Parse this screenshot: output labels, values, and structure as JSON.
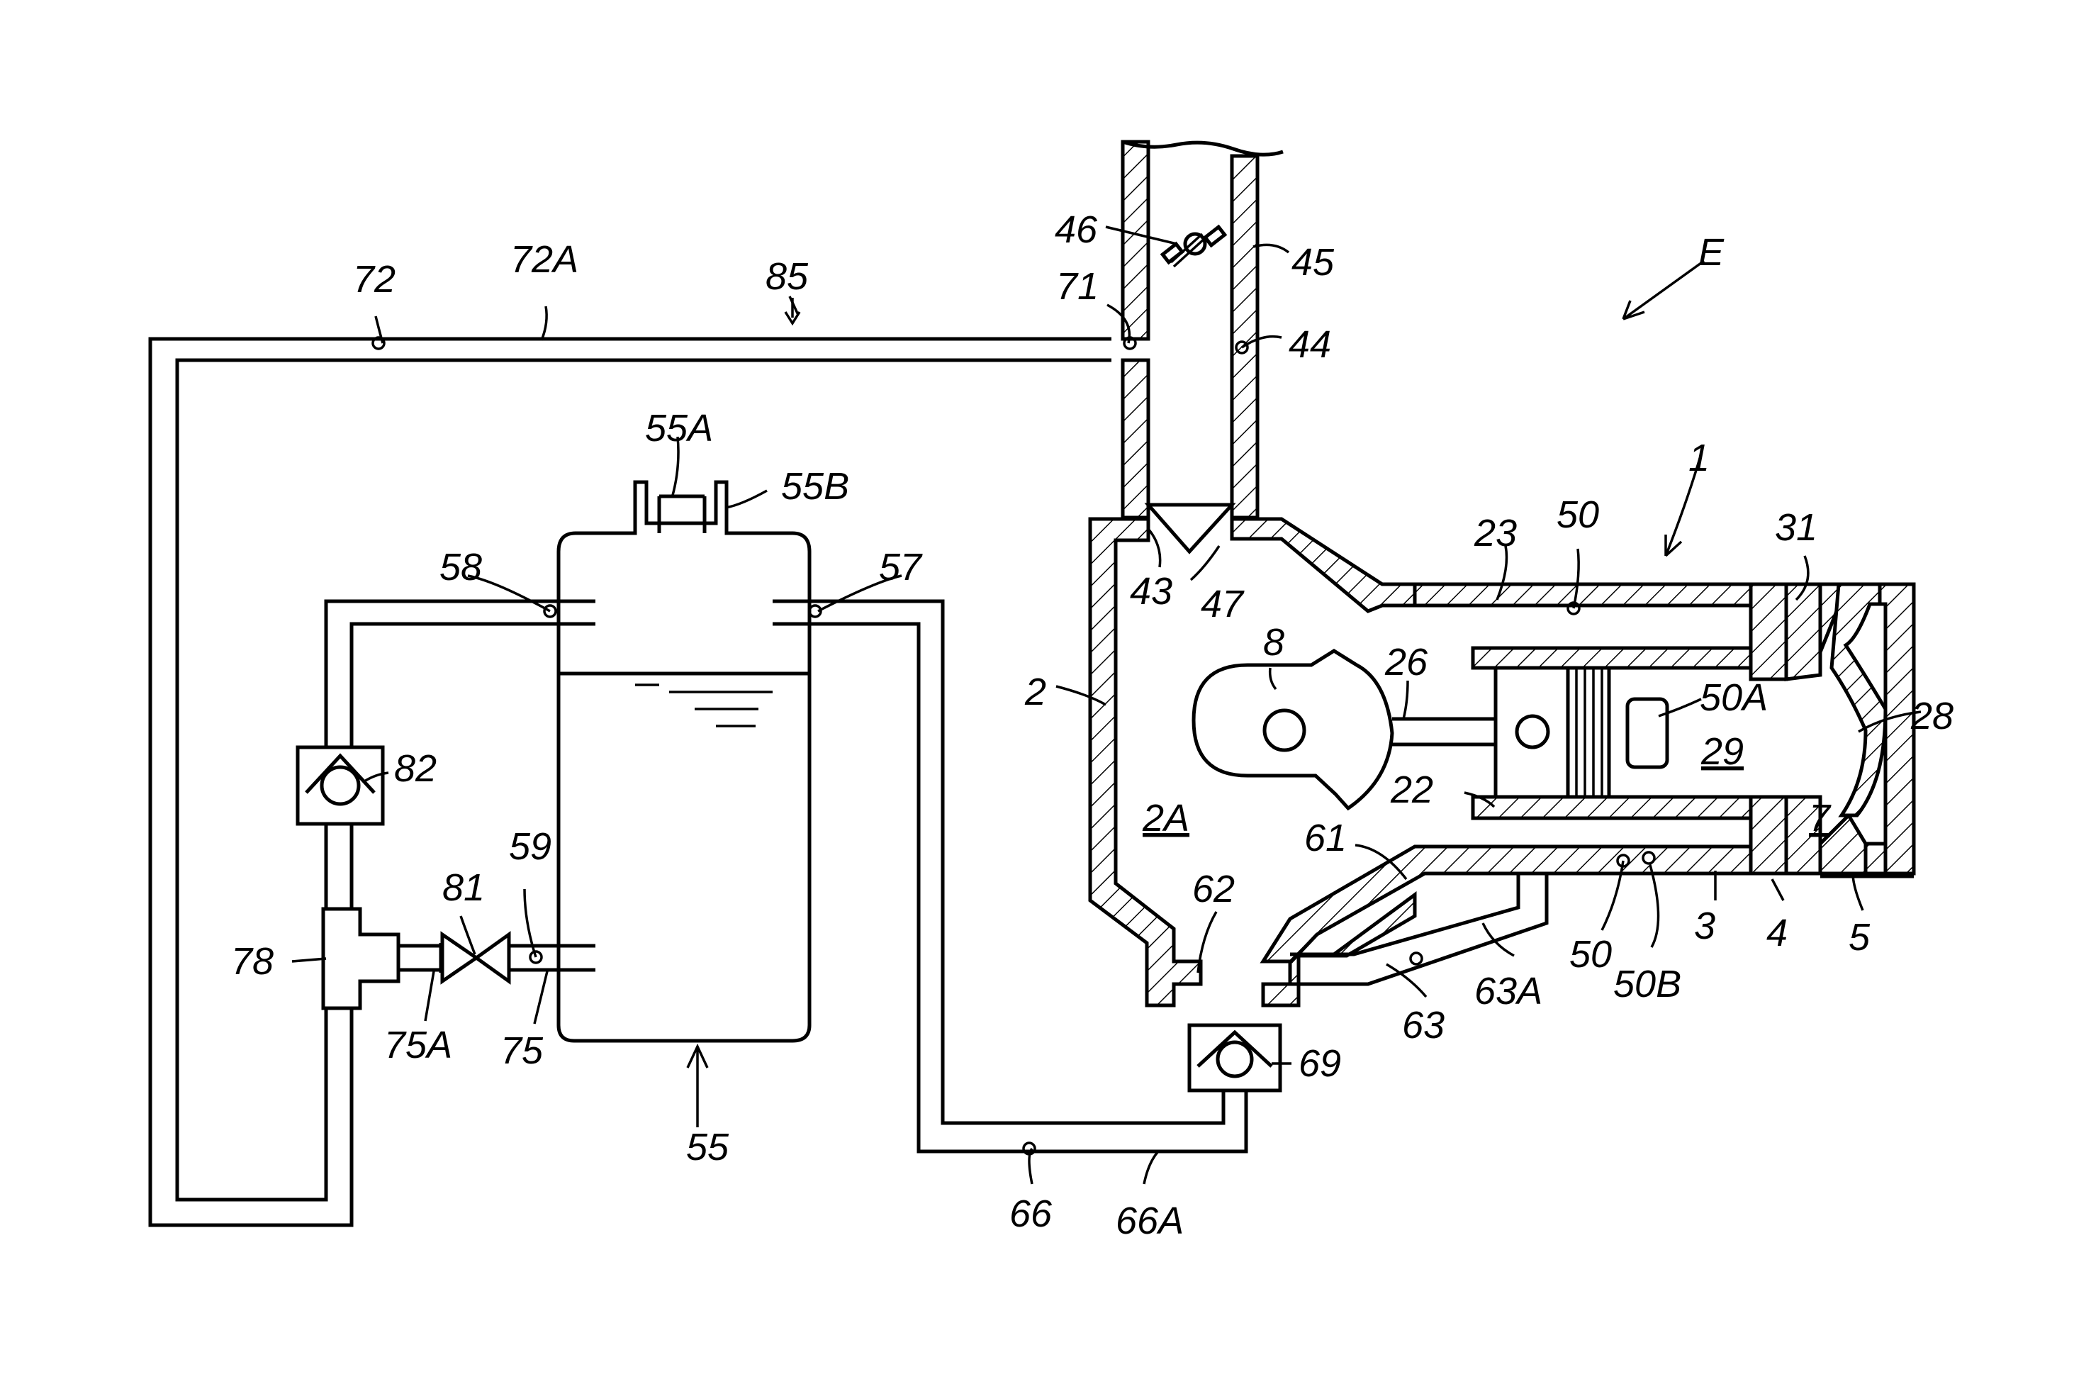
{
  "labels": {
    "l_85": "85",
    "l_72": "72",
    "l_72A": "72A",
    "l_46": "46",
    "l_45": "45",
    "l_71": "71",
    "l_44": "44",
    "l_E": "E",
    "l_55A": "55A",
    "l_55B": "55B",
    "l_1": "1",
    "l_58": "58",
    "l_57": "57",
    "l_43": "43",
    "l_47": "47",
    "l_23": "23",
    "l_50top": "50",
    "l_31": "31",
    "l_8": "8",
    "l_26": "26",
    "l_50A": "50A",
    "l_28": "28",
    "l_2": "2",
    "l_29": "29",
    "l_82": "82",
    "l_22": "22",
    "l_2A": "2A",
    "l_7": "7",
    "l_61": "61",
    "l_59": "59",
    "l_81": "81",
    "l_62": "62",
    "l_3": "3",
    "l_4": "4",
    "l_5": "5",
    "l_50bot": "50",
    "l_78": "78",
    "l_50B": "50B",
    "l_63A": "63A",
    "l_75A": "75A",
    "l_75": "75",
    "l_63": "63",
    "l_69": "69",
    "l_55": "55",
    "l_66": "66",
    "l_66A": "66A"
  }
}
